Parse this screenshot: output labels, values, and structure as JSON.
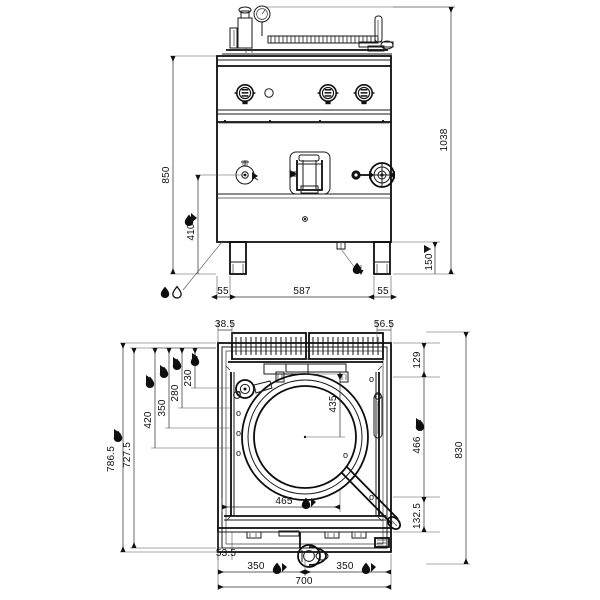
{
  "document": {
    "type": "technical-drawing",
    "subject": "Commercial gas boiling pan / bratt pan",
    "projection_note": "Front elevation (upper) and plan top view (lower)",
    "units": "mm",
    "line_color": "#111111",
    "background_color": "#ffffff"
  },
  "front_view": {
    "name": "Front elevation",
    "dimensions": {
      "overall_height": "1038",
      "worktop_height": "850",
      "tap_height": "410",
      "leg_height": "150",
      "left_inset": "55",
      "leg_span": "587",
      "right_inset": "55"
    },
    "components": {
      "pressure_gauge": "pressure-gauge",
      "safety_valve": "safety-valve",
      "lid_hinge_bar": "lid-hinge-bar",
      "lid_handle": "lid-handle",
      "control_knob_1": "control-knob",
      "control_knob_2": "control-knob",
      "control_knob_3": "control-knob",
      "indicator_lamp": "indicator-lamp",
      "water_tap": "water-tap",
      "drain_valve": "drain-valve",
      "handwheel": "handwheel",
      "leg_left": "adjustable-leg",
      "leg_right": "adjustable-leg",
      "drain_outlet": "drain-outlet"
    },
    "callouts": {
      "water_supply": "hot-and-cold-water-connection",
      "drain_connection": "drain-connection"
    }
  },
  "top_view": {
    "name": "Plan view",
    "dimensions": {
      "overall_depth": "830",
      "body_depth": "786.5",
      "inner_depth": "727.5",
      "offset_420": "420",
      "offset_350": "350",
      "offset_280": "280",
      "offset_230": "230",
      "front_left_inset": "38.5",
      "front_right_inset": "56.5",
      "rear_offset_129": "129",
      "center_466": "466",
      "front_offset_132_5": "132.5",
      "pot_diameter": "435",
      "pot_center_from_left": "465",
      "rear_edge_53_5": "53.5",
      "left_half_width": "350",
      "right_half_width": "350",
      "overall_width": "700"
    },
    "components": {
      "vent_grille_left": "vent-grille",
      "vent_grille_right": "vent-grille",
      "pot_rim": "pot-rim",
      "pot_bowl": "pot-bowl",
      "water_tap": "water-tap",
      "thermometer_probe": "thermometer-probe",
      "lid_handle_arm": "lid-handle-arm",
      "drain_spout": "drain-spout",
      "gas_connection": "gas-connection"
    }
  },
  "symbols": {
    "water_drop_filled": "hot-water-drop-icon",
    "water_drop_outline": "cold-water-drop-icon",
    "drain_arrow": "drain-arrow-icon"
  }
}
